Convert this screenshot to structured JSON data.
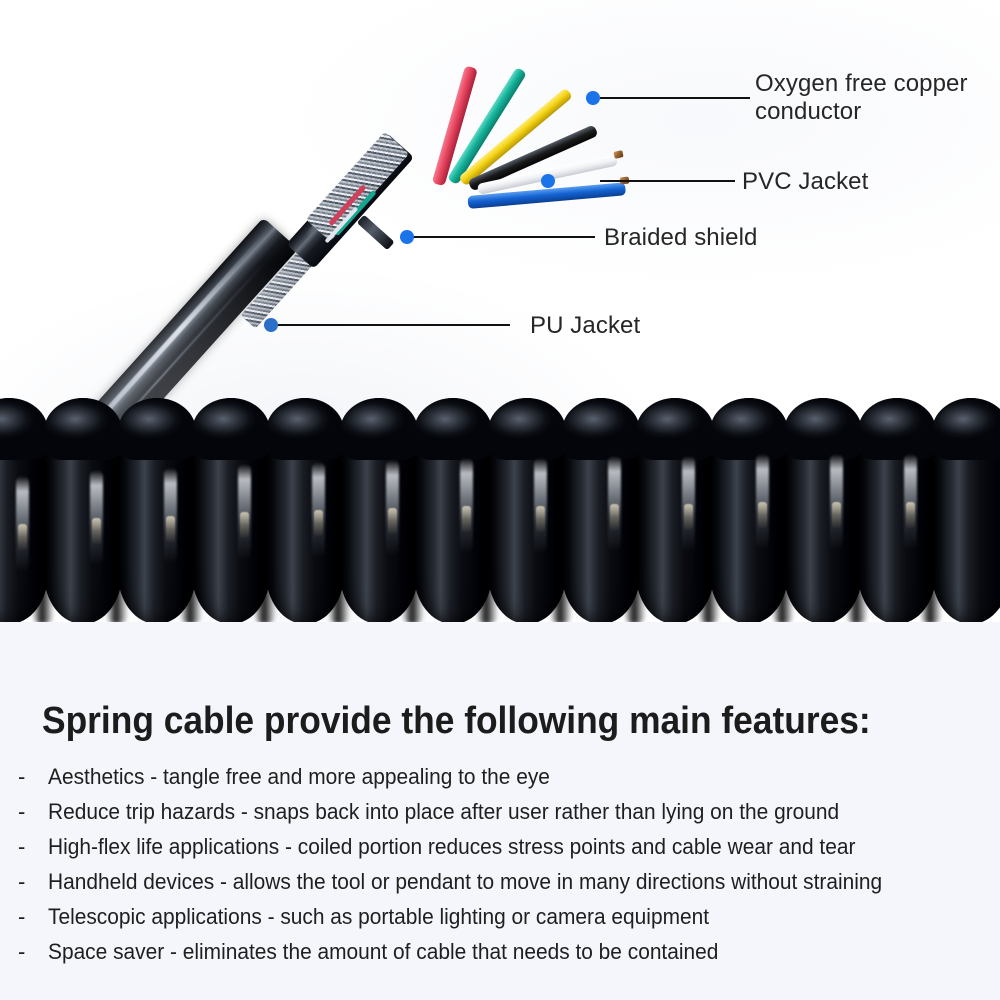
{
  "photo": {
    "alt_description": "Cut-away view of a black coiled spring cable showing internal conductors",
    "callouts": [
      {
        "id": "oxygen-free-copper-conductor",
        "label": "Oxygen free copper\nconductor",
        "dot_color": "#1a73e8",
        "line_color": "#111111"
      },
      {
        "id": "pvc-jacket",
        "label": "PVC Jacket",
        "dot_color": "#1a73e8",
        "line_color": "#111111"
      },
      {
        "id": "braided-shield",
        "label": "Braided shield",
        "dot_color": "#1a73e8",
        "line_color": "#111111"
      },
      {
        "id": "pu-jacket",
        "label": "PU Jacket",
        "dot_color": "#2b6fc9",
        "line_color": "#111111"
      }
    ],
    "conductors": [
      {
        "name": "red-conductor",
        "color": "#e8455f"
      },
      {
        "name": "green-conductor",
        "color": "#16b39a"
      },
      {
        "name": "yellow-conductor",
        "color": "#f5d313"
      },
      {
        "name": "black-conductor",
        "color": "#1a1a1a"
      },
      {
        "name": "white-conductor",
        "color": "#f2f3f5"
      },
      {
        "name": "blue-conductor",
        "color": "#1464d4"
      }
    ]
  },
  "features": {
    "title": "Spring cable provide the following main features:",
    "bullet_marker": "-",
    "items": [
      "Aesthetics - tangle free and more appealing to the eye",
      "Reduce trip hazards - snaps back into place after user rather than lying on the ground",
      "High-flex life applications - coiled portion reduces stress points and cable wear and tear",
      "Handheld devices - allows the tool or pendant to move in many directions without straining",
      "Telescopic applications - such as portable lighting or camera equipment",
      "Space saver - eliminates the amount of cable that needs to be contained"
    ]
  },
  "colors": {
    "photo_background": "#ffffff",
    "features_background": "#f4f6fb",
    "text": "#1f1f1f",
    "callout_accent": "#1a73e8"
  }
}
